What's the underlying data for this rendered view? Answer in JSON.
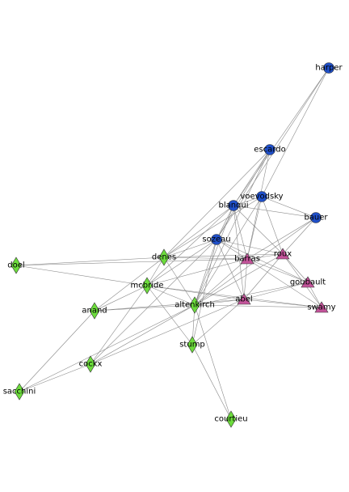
{
  "colors": {
    "circle": "#1f4fc8",
    "triangle": "#c4549b",
    "diamond": "#6cdc3c",
    "edge": "#8a8a8a"
  },
  "nodes": [
    {
      "id": "harper",
      "label": "harper",
      "shape": "circle"
    },
    {
      "id": "escardo",
      "label": "escardo",
      "shape": "circle"
    },
    {
      "id": "voevodsky",
      "label": "voevodsky",
      "shape": "circle"
    },
    {
      "id": "blanqui",
      "label": "blanqui",
      "shape": "circle"
    },
    {
      "id": "bauer",
      "label": "bauer",
      "shape": "circle"
    },
    {
      "id": "sozeau",
      "label": "sozeau",
      "shape": "circle"
    },
    {
      "id": "roux",
      "label": "roux",
      "shape": "triangle"
    },
    {
      "id": "barras",
      "label": "barras",
      "shape": "triangle"
    },
    {
      "id": "goubault",
      "label": "goubault",
      "shape": "triangle"
    },
    {
      "id": "abel",
      "label": "abel",
      "shape": "triangle"
    },
    {
      "id": "swamy",
      "label": "swamy",
      "shape": "triangle"
    },
    {
      "id": "doel",
      "label": "doel",
      "shape": "diamond"
    },
    {
      "id": "denes",
      "label": "denes",
      "shape": "diamond"
    },
    {
      "id": "mcbride",
      "label": "mcbride",
      "shape": "diamond"
    },
    {
      "id": "anand",
      "label": "anand",
      "shape": "diamond"
    },
    {
      "id": "altenkirch",
      "label": "altenkirch",
      "shape": "diamond"
    },
    {
      "id": "stump",
      "label": "stump",
      "shape": "diamond"
    },
    {
      "id": "cockx",
      "label": "cockx",
      "shape": "diamond"
    },
    {
      "id": "sacchini",
      "label": "sacchini",
      "shape": "diamond"
    },
    {
      "id": "courtieu",
      "label": "courtieu",
      "shape": "diamond"
    }
  ],
  "edges": [
    [
      "harper",
      "blanqui"
    ],
    [
      "harper",
      "sozeau"
    ],
    [
      "harper",
      "voevodsky"
    ],
    [
      "escardo",
      "blanqui"
    ],
    [
      "escardo",
      "sozeau"
    ],
    [
      "escardo",
      "barras"
    ],
    [
      "escardo",
      "denes"
    ],
    [
      "escardo",
      "altenkirch"
    ],
    [
      "voevodsky",
      "blanqui"
    ],
    [
      "voevodsky",
      "bauer"
    ],
    [
      "voevodsky",
      "barras"
    ],
    [
      "voevodsky",
      "roux"
    ],
    [
      "voevodsky",
      "altenkirch"
    ],
    [
      "voevodsky",
      "denes"
    ],
    [
      "blanqui",
      "bauer"
    ],
    [
      "blanqui",
      "sozeau"
    ],
    [
      "blanqui",
      "barras"
    ],
    [
      "blanqui",
      "roux"
    ],
    [
      "blanqui",
      "denes"
    ],
    [
      "blanqui",
      "mcbride"
    ],
    [
      "blanqui",
      "altenkirch"
    ],
    [
      "blanqui",
      "abel"
    ],
    [
      "bauer",
      "barras"
    ],
    [
      "bauer",
      "roux"
    ],
    [
      "bauer",
      "altenkirch"
    ],
    [
      "sozeau",
      "barras"
    ],
    [
      "sozeau",
      "roux"
    ],
    [
      "sozeau",
      "abel"
    ],
    [
      "sozeau",
      "denes"
    ],
    [
      "sozeau",
      "mcbride"
    ],
    [
      "sozeau",
      "altenkirch"
    ],
    [
      "sozeau",
      "cockx"
    ],
    [
      "sozeau",
      "goubault"
    ],
    [
      "sozeau",
      "stump"
    ],
    [
      "roux",
      "barras"
    ],
    [
      "roux",
      "goubault"
    ],
    [
      "roux",
      "swamy"
    ],
    [
      "roux",
      "abel"
    ],
    [
      "roux",
      "denes"
    ],
    [
      "roux",
      "altenkirch"
    ],
    [
      "barras",
      "goubault"
    ],
    [
      "barras",
      "swamy"
    ],
    [
      "barras",
      "abel"
    ],
    [
      "barras",
      "denes"
    ],
    [
      "barras",
      "mcbride"
    ],
    [
      "barras",
      "altenkirch"
    ],
    [
      "goubault",
      "swamy"
    ],
    [
      "goubault",
      "abel"
    ],
    [
      "goubault",
      "altenkirch"
    ],
    [
      "abel",
      "swamy"
    ],
    [
      "abel",
      "mcbride"
    ],
    [
      "abel",
      "altenkirch"
    ],
    [
      "abel",
      "stump"
    ],
    [
      "abel",
      "anand"
    ],
    [
      "swamy",
      "altenkirch"
    ],
    [
      "swamy",
      "mcbride"
    ],
    [
      "doel",
      "denes"
    ],
    [
      "doel",
      "mcbride"
    ],
    [
      "doel",
      "barras"
    ],
    [
      "denes",
      "mcbride"
    ],
    [
      "denes",
      "altenkirch"
    ],
    [
      "denes",
      "anand"
    ],
    [
      "mcbride",
      "anand"
    ],
    [
      "mcbride",
      "altenkirch"
    ],
    [
      "mcbride",
      "stump"
    ],
    [
      "mcbride",
      "cockx"
    ],
    [
      "anand",
      "sacchini"
    ],
    [
      "anand",
      "altenkirch"
    ],
    [
      "altenkirch",
      "stump"
    ],
    [
      "altenkirch",
      "cockx"
    ],
    [
      "altenkirch",
      "courtieu"
    ],
    [
      "altenkirch",
      "sacchini"
    ],
    [
      "cockx",
      "sacchini"
    ],
    [
      "cockx",
      "abel"
    ],
    [
      "stump",
      "courtieu"
    ]
  ]
}
